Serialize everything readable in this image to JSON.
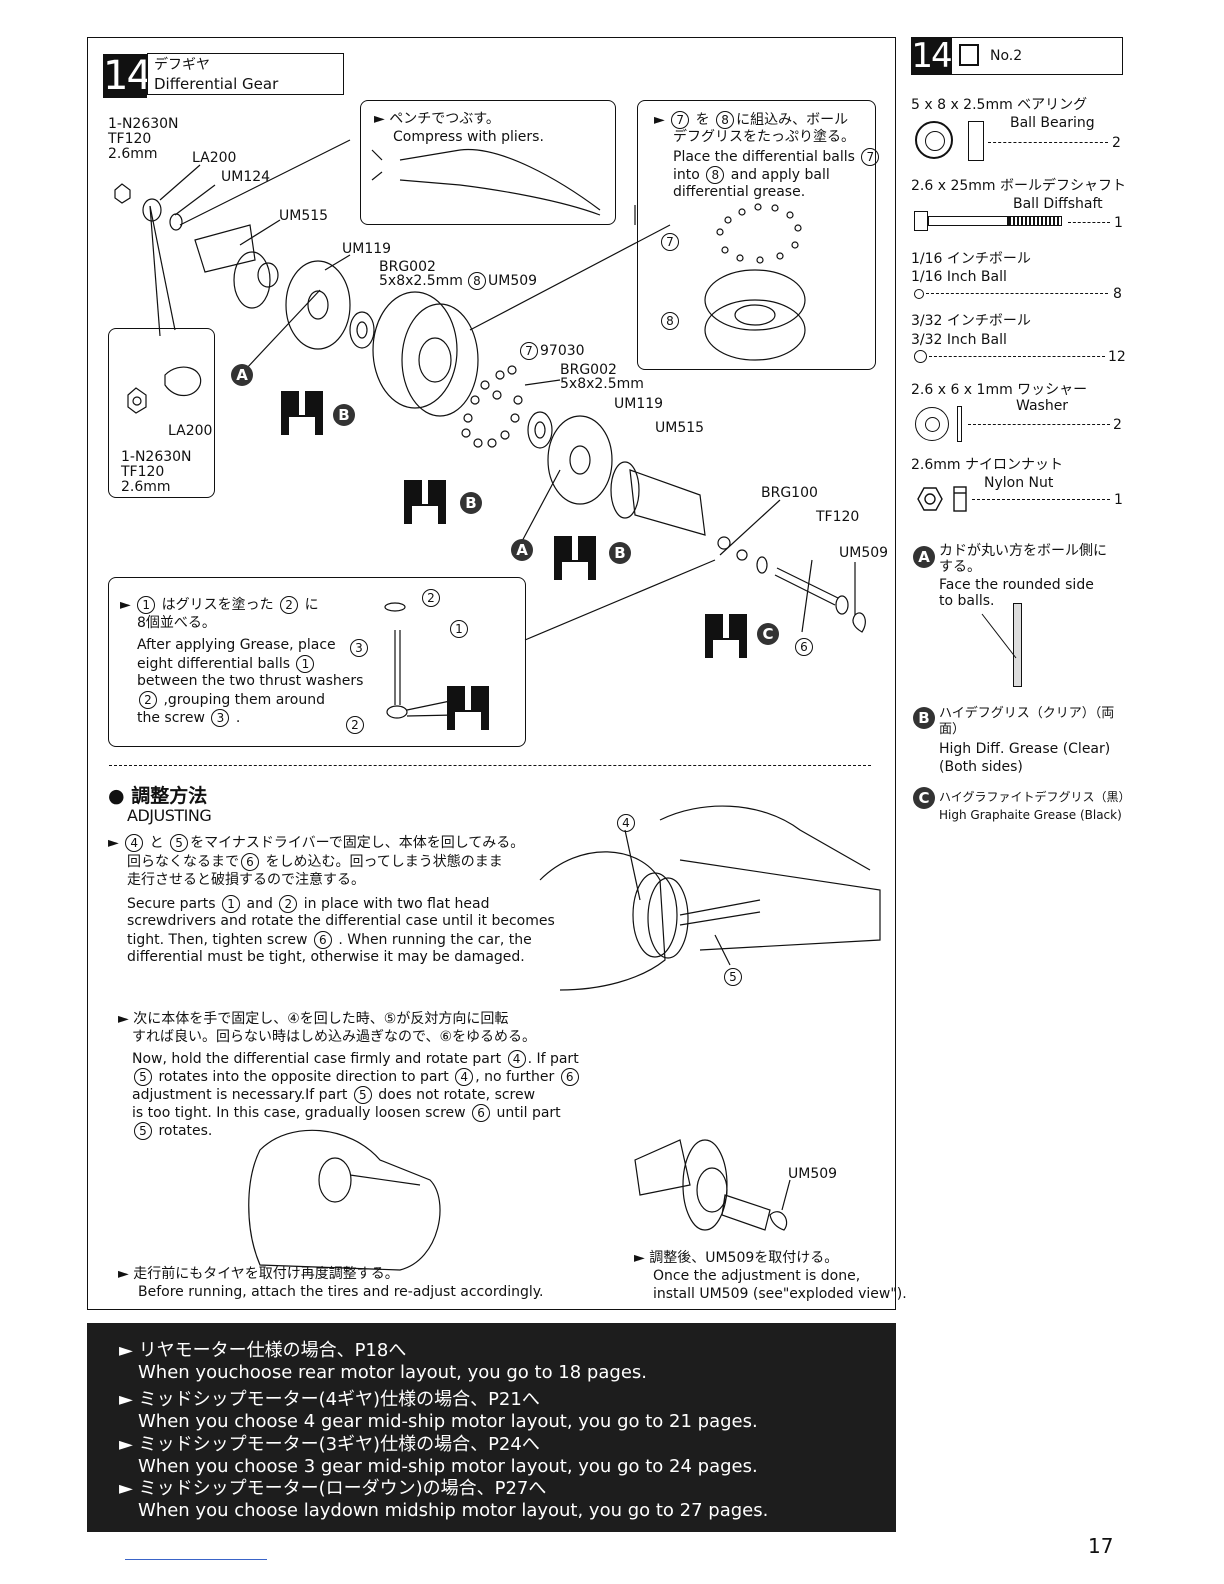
{
  "step": {
    "number": "14",
    "title_jp": "デフギヤ",
    "title_en": "Differential Gear"
  },
  "parts_panel": {
    "number": "14",
    "bag": "No.2",
    "items": [
      {
        "spec_jp": "5 x 8 x 2.5mm ベアリング",
        "name_en": "Ball Bearing",
        "qty": "2",
        "icon": "ball-bearing-icon"
      },
      {
        "spec_jp": "2.6 x 25mm ボールデフシャフト",
        "name_en": "Ball Diffshaft",
        "qty": "1",
        "icon": "shaft-icon"
      },
      {
        "spec_jp": "1/16 インチボール",
        "name_en": "1/16 Inch Ball",
        "qty": "8",
        "icon": "ball-icon"
      },
      {
        "spec_jp": "3/32 インチボール",
        "name_en": "3/32  Inch Ball",
        "qty": "12",
        "icon": "ball-icon"
      },
      {
        "spec_jp": "2.6 x 6 x 1mm ワッシャー",
        "name_en": "Washer",
        "qty": "2",
        "icon": "washer-icon"
      },
      {
        "spec_jp": "2.6mm ナイロンナット",
        "name_en": "Nylon Nut",
        "qty": "1",
        "icon": "nut-icon"
      }
    ],
    "notes": {
      "A": {
        "jp": "カドが丸い方をボール側にする。",
        "en": "Face the rounded side to balls."
      },
      "B": {
        "jp": "ハイデフグリス（クリア）（両面）",
        "en1": "High Diff. Grease (Clear)",
        "en2": "(Both sides)"
      },
      "C": {
        "jp": "ハイグラファイトデフグリス（黒）",
        "en": "High Graphaite Grease (Black)"
      }
    }
  },
  "exploded": {
    "labels": {
      "n2630": "1-N2630N",
      "tf120": "TF120",
      "mm26": "2.6mm",
      "la200": "LA200",
      "um124": "UM124",
      "um515": "UM515",
      "um119": "UM119",
      "brg002": "BRG002",
      "brg_size": "5x8x2.5mm",
      "um509": "UM509",
      "n97030": "97030",
      "brg100": "BRG100",
      "c7": "7",
      "c8": "8",
      "c6": "6"
    },
    "callout_pliers": {
      "jp": "ペンチでつぶす。",
      "en": "Compress with pliers."
    },
    "callout_balls": {
      "jp1": "を",
      "jp2": "に組込み、ボール",
      "jp3": "デフグリスをたっぷり塗る。",
      "en1": "Place the differential balls",
      "en2": "into",
      "en3": "and apply ball",
      "en4": "differential grease."
    },
    "callout_washers": {
      "jp1": "はグリスを塗った",
      "jp2": "に",
      "jp3": "8個並べる。",
      "en1": "After applying Grease, place",
      "en2": "eight differential balls",
      "en3": "between the two thrust washers",
      "en4": ",grouping them around",
      "en5": "the screw"
    }
  },
  "adjusting": {
    "heading_jp": "調整方法",
    "heading_en": "ADJUSTING",
    "p1_jp1": "と",
    "p1_jp2": "をマイナスドライバーで固定し、本体を回してみる。",
    "p1_jp3": "回らなくなるまで",
    "p1_jp4": "をしめ込む。回ってしまう状態のまま",
    "p1_jp5": "走行させると破損するので注意する。",
    "p1_en1a": "Secure parts",
    "p1_en1b": "and",
    "p1_en1c": "in place with two flat head",
    "p1_en2": "screwdrivers and rotate the differential case until it becomes",
    "p1_en3a": "tight.  Then, tighten screw",
    "p1_en3b": ". When running the car, the",
    "p1_en4": "differential must be tight, otherwise it may be damaged.",
    "p2_jp1": "次に本体を手で固定し、④を回した時、⑤が反対方向に回転",
    "p2_jp2": "すれば良い。回らない時はしめ込み過ぎなので、⑥をゆるめる。",
    "p2_en1a": "Now, hold the differential case firmly and rotate part",
    "p2_en1b": ".  If part",
    "p2_en2a": "rotates into the opposite direction to part",
    "p2_en2b": ", no further",
    "p2_en3a": "adjustment is necessary.If part",
    "p2_en3b": "does not rotate, screw",
    "p2_en4a": "is too tight.  In this case, gradually loosen screw",
    "p2_en4b": "until part",
    "p2_en5": "rotates.",
    "tires_jp": "走行前にもタイヤを取付け再度調整する。",
    "tires_en": "Before running, attach the tires and re-adjust accordingly.",
    "um509_jp": "調整後、UM509を取付ける。",
    "um509_en1": "Once the adjustment is done,",
    "um509_en2": "install UM509 (see\"exploded view\").",
    "um509_label": "UM509",
    "n4": "4",
    "n5": "5",
    "n6": "6",
    "n1": "1",
    "n2": "2",
    "n3": "3"
  },
  "footer": [
    {
      "jp": "リヤモーター仕様の場合、P18へ",
      "en": "When youchoose rear motor layout, you go to 18 pages."
    },
    {
      "jp": "ミッドシップモーター(4ギヤ)仕様の場合、P21へ",
      "en": "When you choose 4 gear mid-ship motor layout, you go to 21 pages."
    },
    {
      "jp": "ミッドシップモーター(3ギヤ)仕様の場合、P24へ",
      "en": "When you choose 3 gear mid-ship motor layout, you go to 24 pages."
    },
    {
      "jp": "ミッドシップモーター(ローダウン)の場合、P27へ",
      "en": "When you choose laydown midship motor layout, you go to 27 pages."
    }
  ],
  "page_number": "17"
}
